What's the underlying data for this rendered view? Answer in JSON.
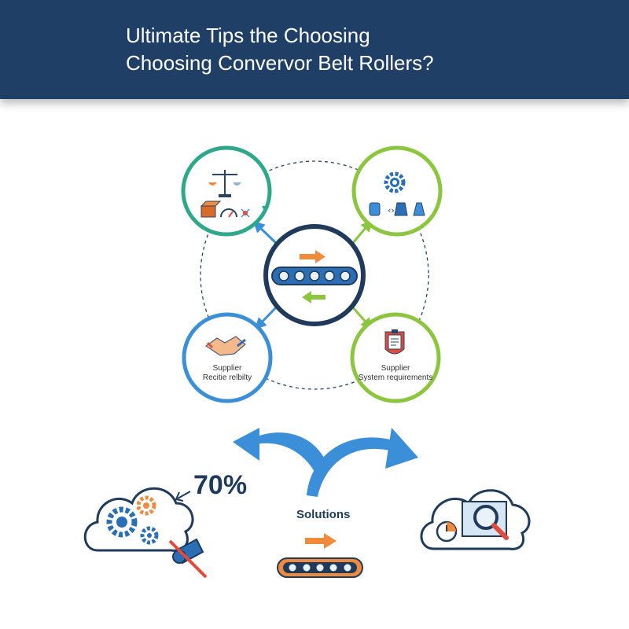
{
  "header": {
    "title_line1": "Ultimate Tips the Choosing",
    "title_line2": "Choosing Convervor Belt Rollers?"
  },
  "nodes": {
    "bottom_left": {
      "line1": "Supplier",
      "line2": "Recitie relbilty"
    },
    "bottom_right": {
      "line1": "Supplier",
      "line2": "System requirements"
    }
  },
  "lower": {
    "percentage": "70%",
    "solutions": "Solutions"
  },
  "colors": {
    "header_bg": "#1f3f66",
    "teal": "#2ea88a",
    "green": "#8cc63f",
    "blue": "#3a8fd8",
    "navy": "#1f3a5a",
    "orange": "#f08a3c"
  },
  "icons": [
    "balance-scale-icon",
    "box-icon",
    "gauge-icon",
    "snowflake-icon",
    "gear-icon",
    "rollers-icon",
    "handshake-icon",
    "clipboard-icon",
    "conveyor-belt-icon",
    "cloud-gears-icon",
    "cloud-search-icon",
    "clock-icon",
    "magnifier-icon"
  ]
}
